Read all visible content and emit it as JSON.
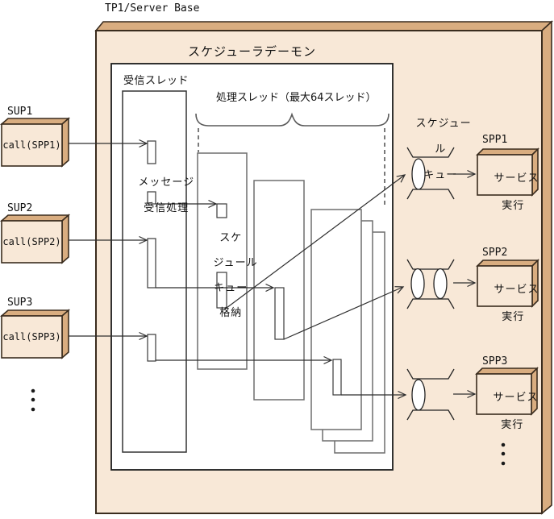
{
  "title": "TP1/Server Base",
  "colors": {
    "panel_fill": "#f8e8d7",
    "panel_side": "#d9ad80",
    "box_border": "#3a2c1e",
    "line": "#2e2e2e"
  },
  "scheduler_daemon": {
    "label": "スケジューラデーモン",
    "receive_thread": {
      "label": "受信スレッド",
      "message_process_lines": [
        "メッセージ",
        "受信処理"
      ]
    },
    "processing_threads": {
      "label": "処理スレッド（最大64スレッド）",
      "enqueue_lines": [
        "スケ",
        "ジュール",
        "キュー",
        "格納"
      ]
    }
  },
  "schedule_queue": {
    "label_lines": [
      "スケジュー",
      "ル",
      "キュー"
    ]
  },
  "sups": [
    {
      "name": "SUP1",
      "call": "call(SPP1)"
    },
    {
      "name": "SUP2",
      "call": "call(SPP2)"
    },
    {
      "name": "SUP3",
      "call": "call(SPP3)"
    }
  ],
  "spps": [
    {
      "name": "SPP1",
      "service_lines": [
        "サービス",
        "実行"
      ]
    },
    {
      "name": "SPP2",
      "service_lines": [
        "サービス",
        "実行"
      ]
    },
    {
      "name": "SPP3",
      "service_lines": [
        "サービス",
        "実行"
      ]
    }
  ]
}
